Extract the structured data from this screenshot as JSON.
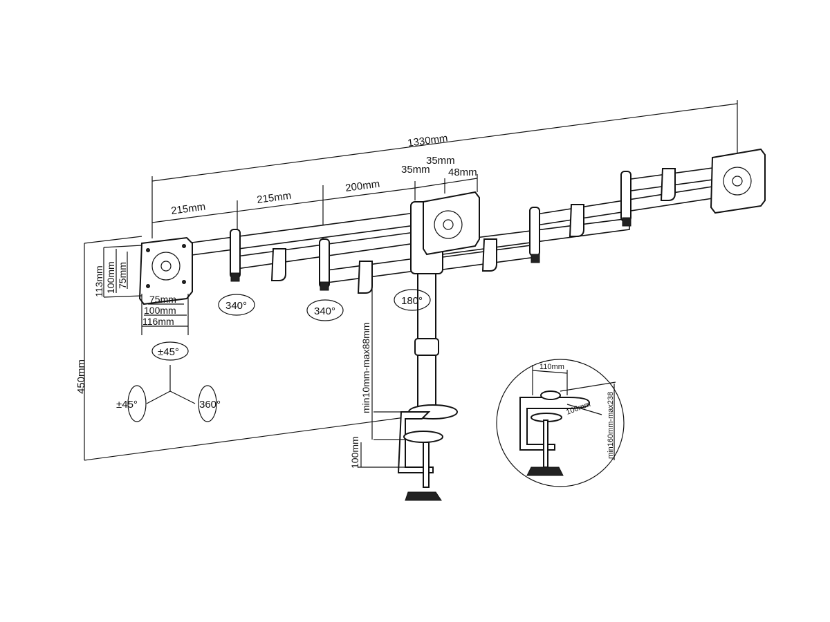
{
  "dimensions": {
    "total_width": "1330mm",
    "arm_seg_1": "215mm",
    "arm_seg_2": "215mm",
    "arm_seg_3": "200mm",
    "pole_dia_top": "35mm",
    "pole_dia": "35mm",
    "head_offset": "48mm",
    "vesa_h_113": "113mm",
    "vesa_h_100": "100mm",
    "vesa_h_75": "75mm",
    "vesa_w_75": "75mm",
    "vesa_w_100": "100mm",
    "vesa_w_116": "116mm",
    "height": "450mm",
    "pole_adjust": "min10mm-max88mm",
    "clamp_depth": "100mm",
    "detail_width": "110mm",
    "detail_depth": "100mm",
    "detail_desk": "min160mm-max238"
  },
  "rotations": {
    "arm_1": "340°",
    "arm_2": "340°",
    "center": "180°",
    "tilt": "±45°",
    "swivel": "±45°",
    "rotate": "360°"
  }
}
